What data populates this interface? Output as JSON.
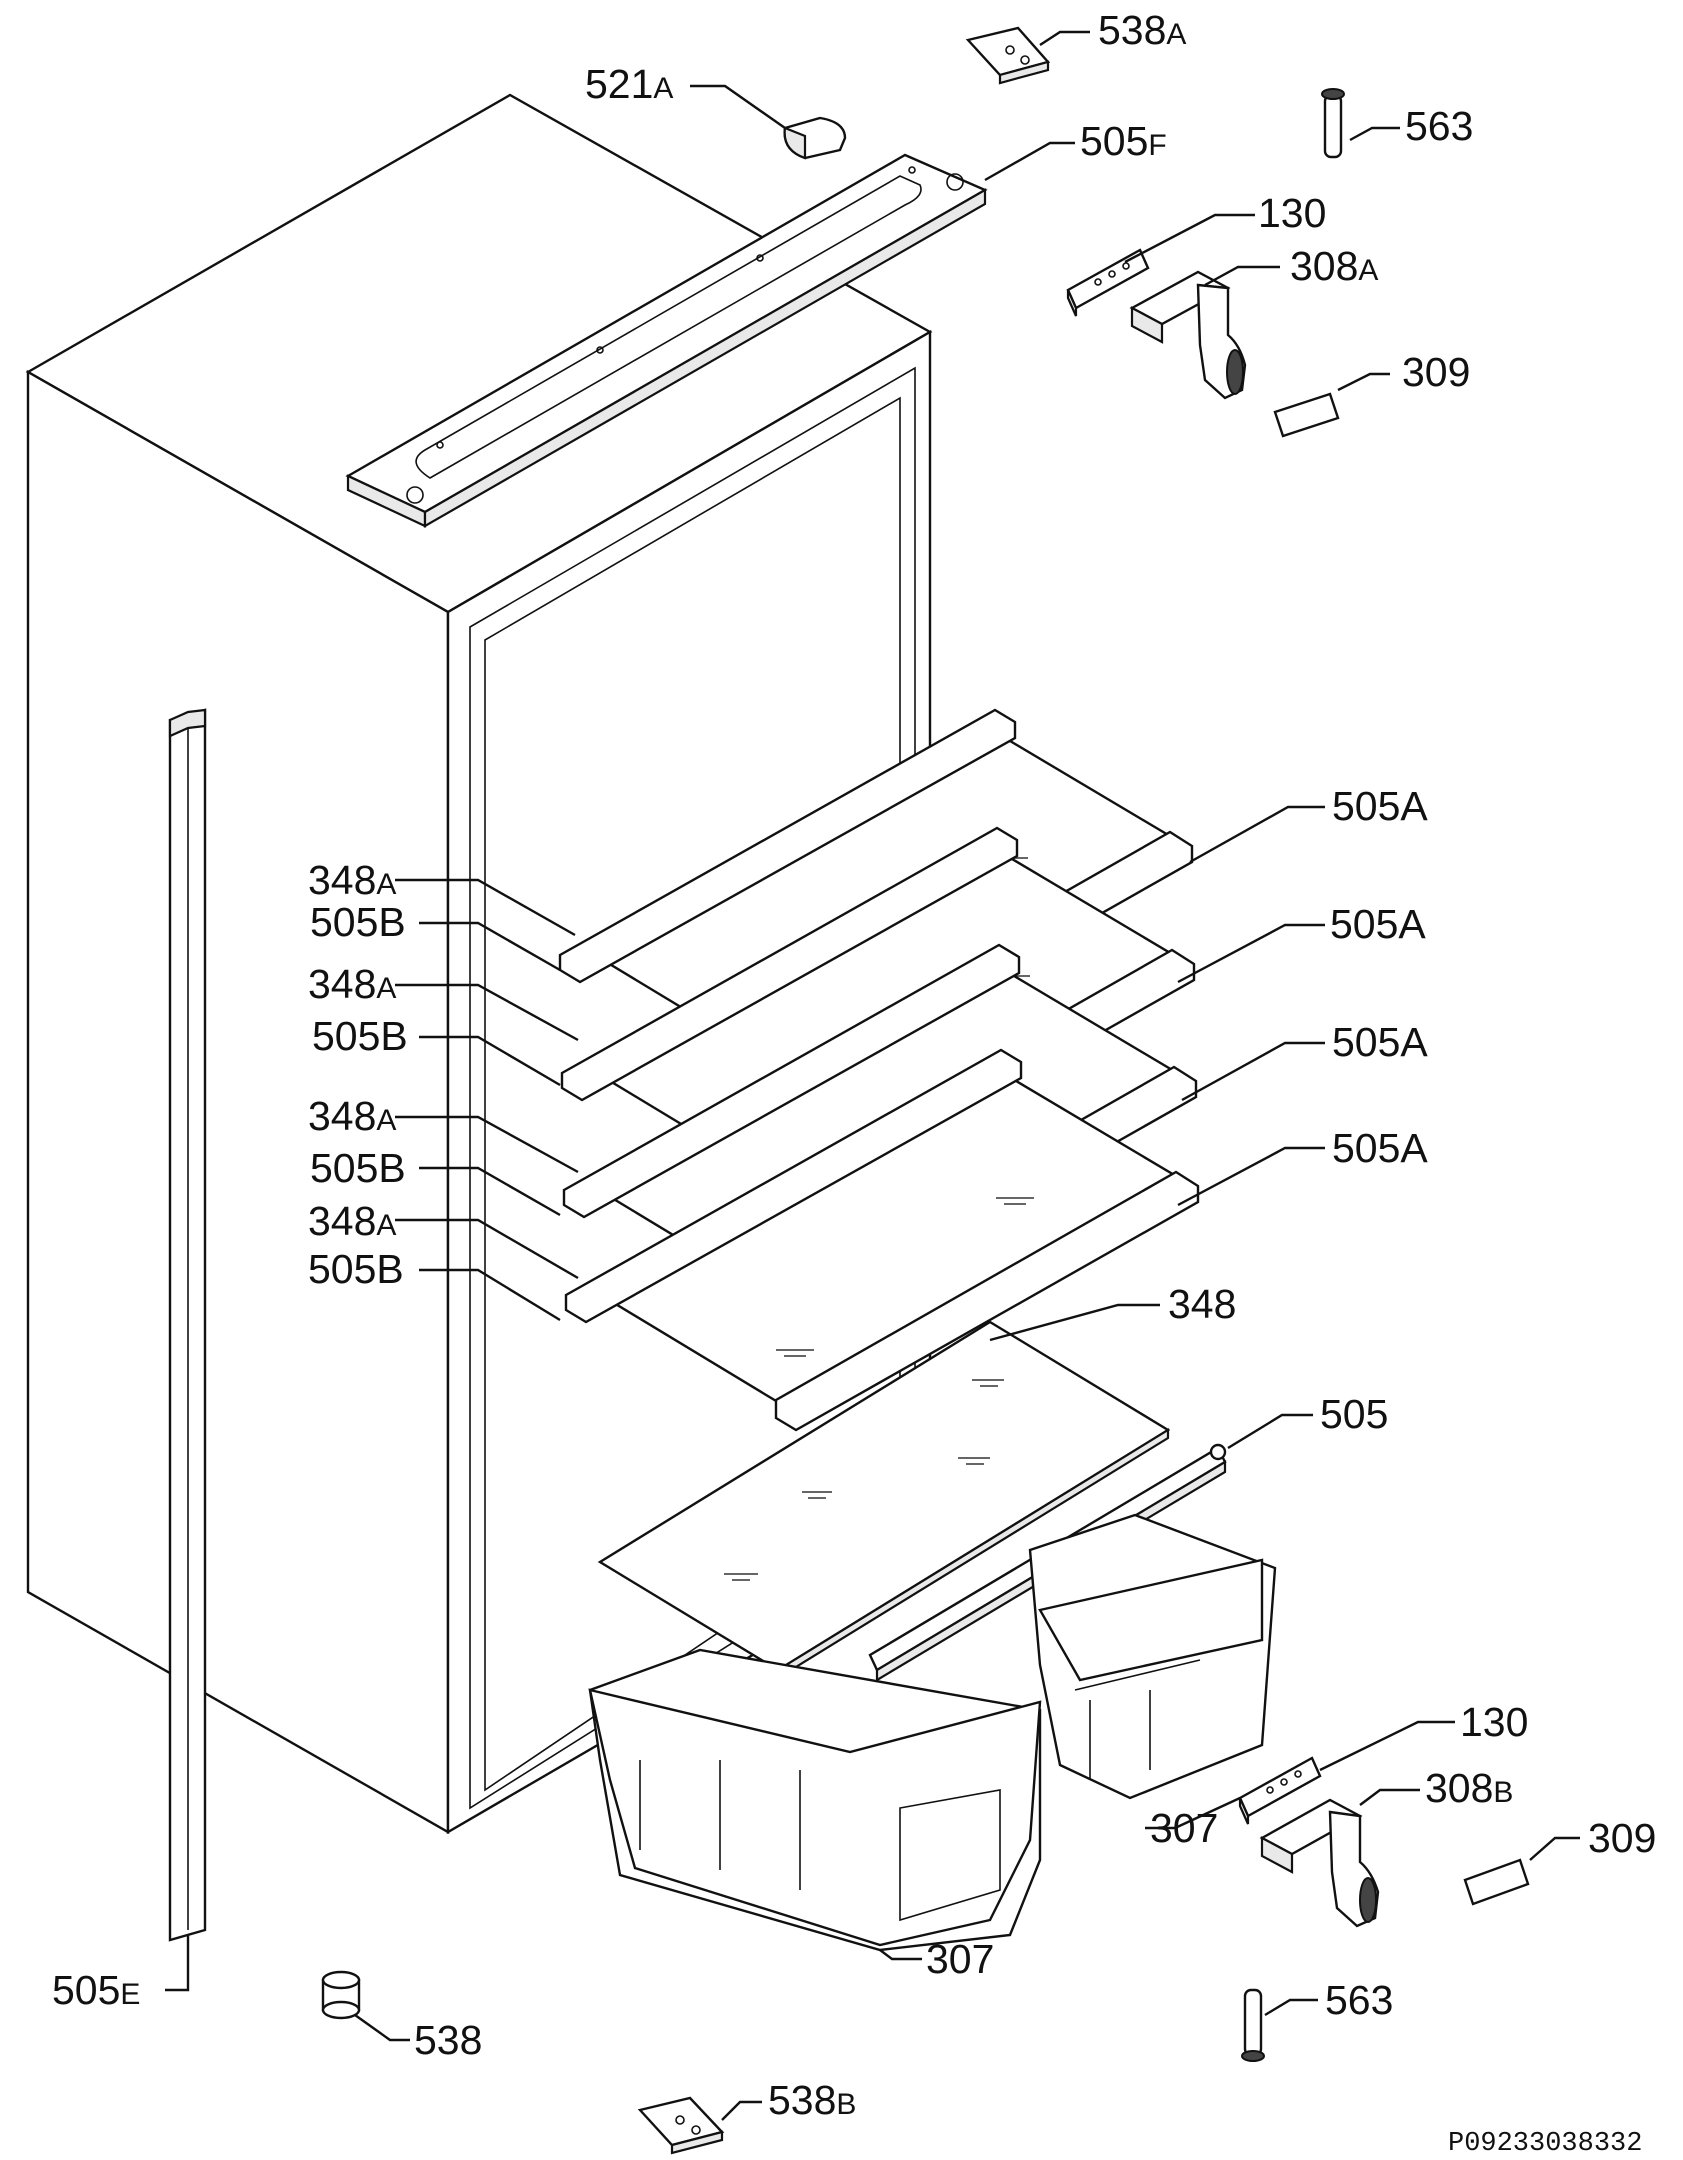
{
  "diagram": {
    "drawing_code": "P09233038332",
    "labels": [
      {
        "id": "538A",
        "main": "538",
        "suffix": "A"
      },
      {
        "id": "521A",
        "main": "521",
        "suffix": "A"
      },
      {
        "id": "563-top",
        "main": "563",
        "suffix": ""
      },
      {
        "id": "505F",
        "main": "505",
        "suffix": "F"
      },
      {
        "id": "130-top",
        "main": "130",
        "suffix": ""
      },
      {
        "id": "308A",
        "main": "308",
        "suffix": "A"
      },
      {
        "id": "309-top",
        "main": "309",
        "suffix": ""
      },
      {
        "id": "505A-1",
        "main": "505A",
        "suffix": ""
      },
      {
        "id": "505A-2",
        "main": "505A",
        "suffix": ""
      },
      {
        "id": "505A-3",
        "main": "505A",
        "suffix": ""
      },
      {
        "id": "505A-4",
        "main": "505A",
        "suffix": ""
      },
      {
        "id": "348A-1",
        "main": "348",
        "suffix": "A"
      },
      {
        "id": "505B-1",
        "main": "505B",
        "suffix": ""
      },
      {
        "id": "348A-2",
        "main": "348",
        "suffix": "A"
      },
      {
        "id": "505B-2",
        "main": "505B",
        "suffix": ""
      },
      {
        "id": "348A-3",
        "main": "348",
        "suffix": "A"
      },
      {
        "id": "505B-3",
        "main": "505B",
        "suffix": ""
      },
      {
        "id": "348A-4",
        "main": "348",
        "suffix": "A"
      },
      {
        "id": "505B-4",
        "main": "505B",
        "suffix": ""
      },
      {
        "id": "348",
        "main": "348",
        "suffix": ""
      },
      {
        "id": "505",
        "main": "505",
        "suffix": ""
      },
      {
        "id": "130-bottom",
        "main": "130",
        "suffix": ""
      },
      {
        "id": "308B",
        "main": "308",
        "suffix": "B"
      },
      {
        "id": "309-bottom",
        "main": "309",
        "suffix": ""
      },
      {
        "id": "307-right",
        "main": "307",
        "suffix": ""
      },
      {
        "id": "307-left",
        "main": "307",
        "suffix": ""
      },
      {
        "id": "505E",
        "main": "505",
        "suffix": "E"
      },
      {
        "id": "538",
        "main": "538",
        "suffix": ""
      },
      {
        "id": "563-bottom",
        "main": "563",
        "suffix": ""
      },
      {
        "id": "538B",
        "main": "538",
        "suffix": "B"
      }
    ]
  }
}
